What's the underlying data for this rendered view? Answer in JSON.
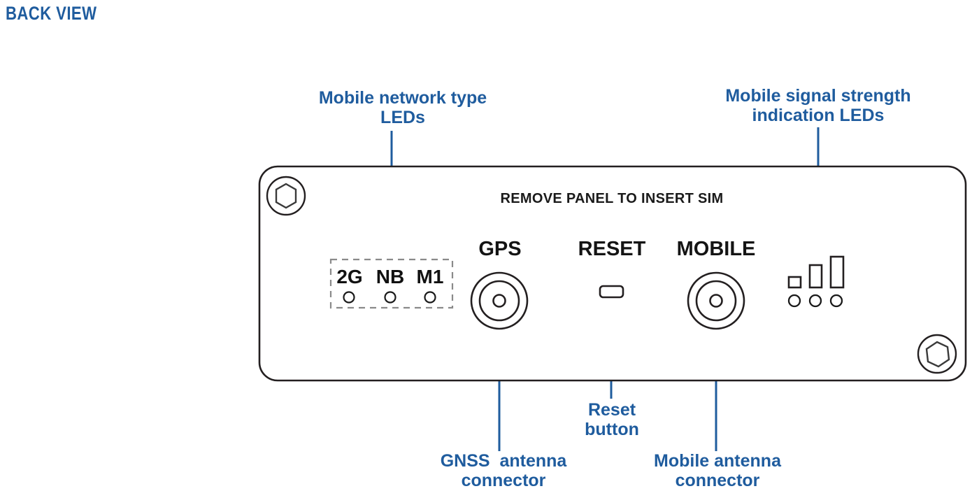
{
  "title": "BACK VIEW",
  "colors": {
    "callout_blue": "#1f5c9e",
    "leader_blue": "#1f5c9e",
    "panel_outline": "#231f20",
    "silkscreen_text": "#1a1a1a",
    "dashed_box": "#8a8a8a",
    "background": "#ffffff"
  },
  "panel": {
    "silkscreen_sim": "REMOVE PANEL TO INSERT SIM",
    "ports": [
      {
        "name": "gps",
        "label": "GPS"
      },
      {
        "name": "reset",
        "label": "RESET"
      },
      {
        "name": "mobile",
        "label": "MOBILE"
      }
    ],
    "network_leds": [
      {
        "tag": "2G"
      },
      {
        "tag": "NB"
      },
      {
        "tag": "M1"
      }
    ],
    "signal_leds": {
      "bar_count": 3,
      "led_count": 3
    },
    "screws": [
      {
        "position": "top-left"
      },
      {
        "position": "bottom-right"
      }
    ]
  },
  "callouts": [
    {
      "name": "mobile-network-type-leds",
      "lines": [
        "Mobile network type",
        "LEDs"
      ],
      "text": "Mobile network type\nLEDs"
    },
    {
      "name": "mobile-signal-strength-indication-leds",
      "lines": [
        "Mobile signal strength",
        "indication LEDs"
      ],
      "text": "Mobile signal strength\nindication LEDs"
    },
    {
      "name": "reset-button",
      "lines": [
        "Reset",
        "button"
      ],
      "text": "Reset\nbutton"
    },
    {
      "name": "gnss-antenna-connector",
      "lines": [
        "GNSS  antenna",
        "connector"
      ],
      "text": "GNSS  antenna\nconnector"
    },
    {
      "name": "mobile-antenna-connector",
      "lines": [
        "Mobile antenna",
        "connector"
      ],
      "text": "Mobile antenna\nconnector"
    }
  ]
}
